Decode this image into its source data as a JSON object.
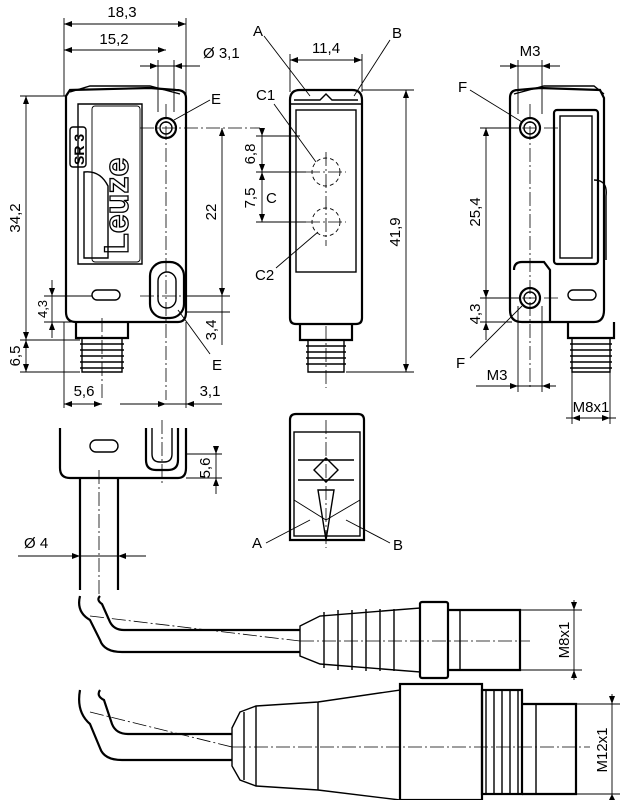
{
  "labels": {
    "d_18_3": "18,3",
    "d_15_2": "15,2",
    "d_dia3_1": "Ø 3,1",
    "d_11_4": "11,4",
    "d_m3_top": "M3",
    "d_34_2": "34,2",
    "d_22": "22",
    "d_6_8": "6,8",
    "d_7_5": "7,5",
    "d_41_9": "41,9",
    "d_25_4": "25,4",
    "d_4_3_left": "4,3",
    "d_6_5": "6,5",
    "d_3_4": "3,4",
    "d_5_6_bottom": "5,6",
    "d_3_1": "3,1",
    "d_4_3_right": "4,3",
    "d_m3_bottom": "M3",
    "d_m8x1_right": "M8x1",
    "d_5_6_side": "5,6",
    "d_dia4": "Ø 4",
    "d_m8x1_conn": "M8x1",
    "d_m12x1_conn": "M12x1",
    "l_A_top": "A",
    "l_B_top": "B",
    "l_C1": "C1",
    "l_C2": "C2",
    "l_C": "C",
    "l_E_top": "E",
    "l_E_bottom": "E",
    "l_F_top": "F",
    "l_F_bottom": "F",
    "l_A_mid": "A",
    "l_B_mid": "B"
  },
  "product": {
    "brand": "Leuze",
    "model": "SR 3"
  }
}
